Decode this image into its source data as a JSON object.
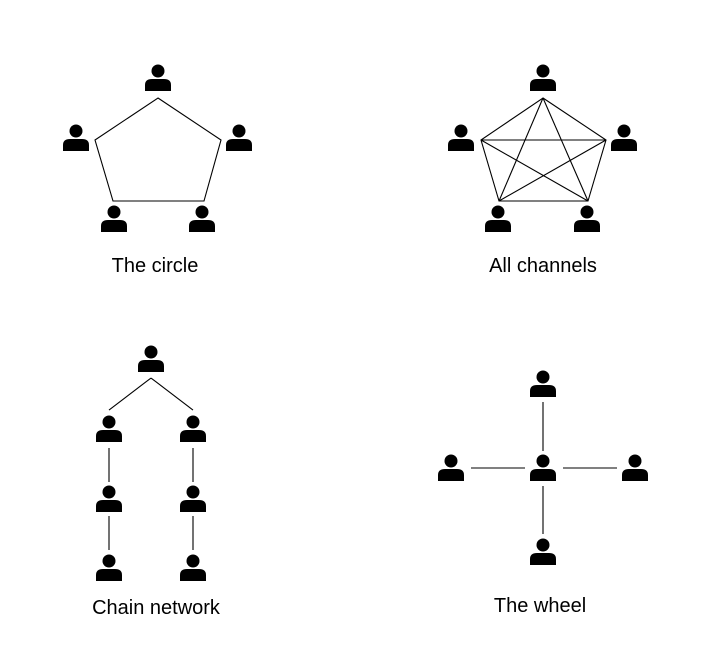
{
  "colors": {
    "background": "#ffffff",
    "ink": "#000000"
  },
  "icon": "person-icon",
  "panels": [
    {
      "id": "circle",
      "caption": "The circle"
    },
    {
      "id": "all-channels",
      "caption": "All channels"
    },
    {
      "id": "chain",
      "caption": "Chain network"
    },
    {
      "id": "wheel",
      "caption": "The wheel"
    }
  ]
}
